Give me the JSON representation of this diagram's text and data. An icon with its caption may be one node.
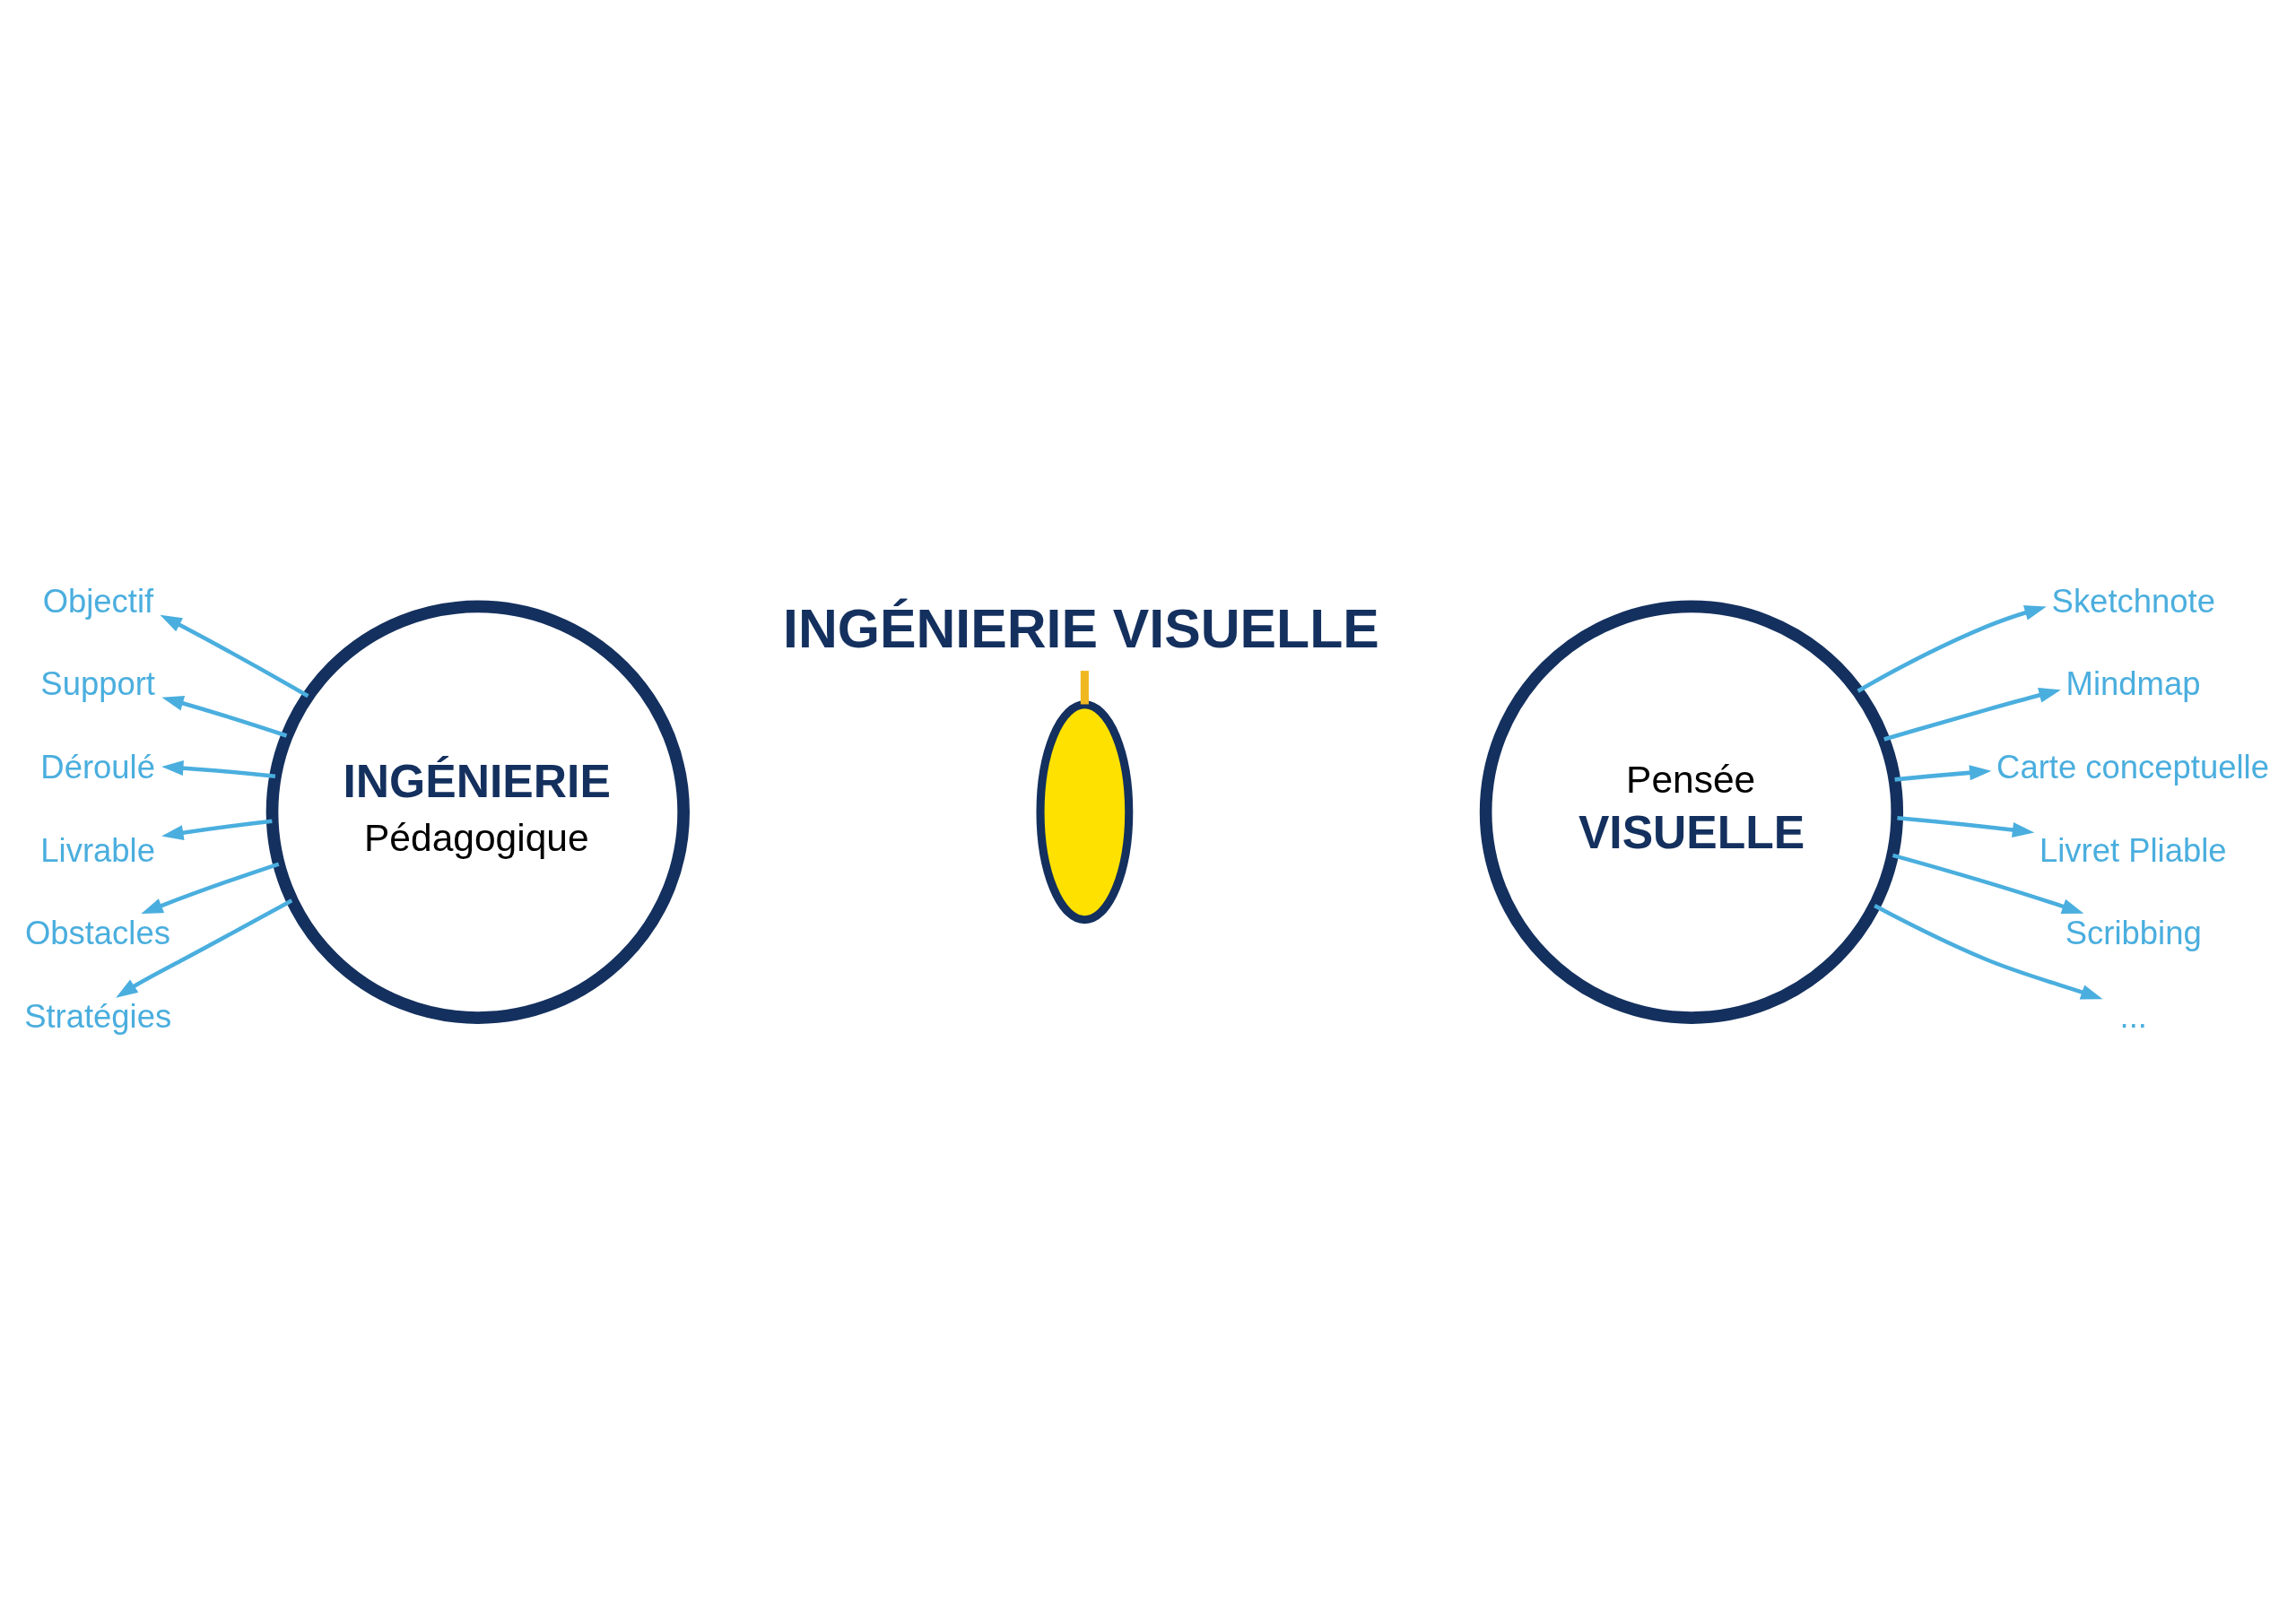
{
  "diagram": {
    "nodes": [
      {
        "text": [
          "INGÉNIERIE",
          "Pédagogique"
        ]
      },
      {
        "text": [
          "Pensée",
          "VISUELLE"
        ]
      },
      {
        "text": [],
        "shape": "lens"
      },
      {
        "text": [
          "Objectif"
        ]
      },
      {
        "text": [
          "Support"
        ]
      },
      {
        "text": [
          "Déroulé"
        ]
      },
      {
        "text": [
          "Livrable"
        ]
      },
      {
        "text": [
          "Obstacles"
        ]
      },
      {
        "text": [
          "Stratégies"
        ]
      },
      {
        "text": [
          "Sketchnote"
        ]
      },
      {
        "text": [
          "Mindmap"
        ]
      },
      {
        "text": [
          "Carte conceptuelle"
        ]
      },
      {
        "text": [
          "Livret Pliable"
        ]
      },
      {
        "text": [
          "Scribbing"
        ]
      },
      {
        "text": [
          "..."
        ]
      },
      {
        "text": [
          "INGÉNIERIE VISUELLE"
        ]
      }
    ],
    "edges": [
      {
        "from": 0,
        "to": 3,
        "arrow": "to"
      },
      {
        "from": 0,
        "to": 4,
        "arrow": "to"
      },
      {
        "from": 0,
        "to": 5,
        "arrow": "to"
      },
      {
        "from": 0,
        "to": 6,
        "arrow": "to"
      },
      {
        "from": 0,
        "to": 7,
        "arrow": "to"
      },
      {
        "from": 0,
        "to": 8,
        "arrow": "to"
      },
      {
        "from": 1,
        "to": 9,
        "arrow": "to"
      },
      {
        "from": 1,
        "to": 10,
        "arrow": "to"
      },
      {
        "from": 1,
        "to": 11,
        "arrow": "to"
      },
      {
        "from": 1,
        "to": 12,
        "arrow": "to"
      },
      {
        "from": 1,
        "to": 13,
        "arrow": "to"
      },
      {
        "from": 1,
        "to": 14,
        "arrow": "to"
      },
      {
        "from": 15,
        "to": 2,
        "arrow": "none",
        "style": "thick",
        "color": "#f0b820"
      }
    ]
  }
}
